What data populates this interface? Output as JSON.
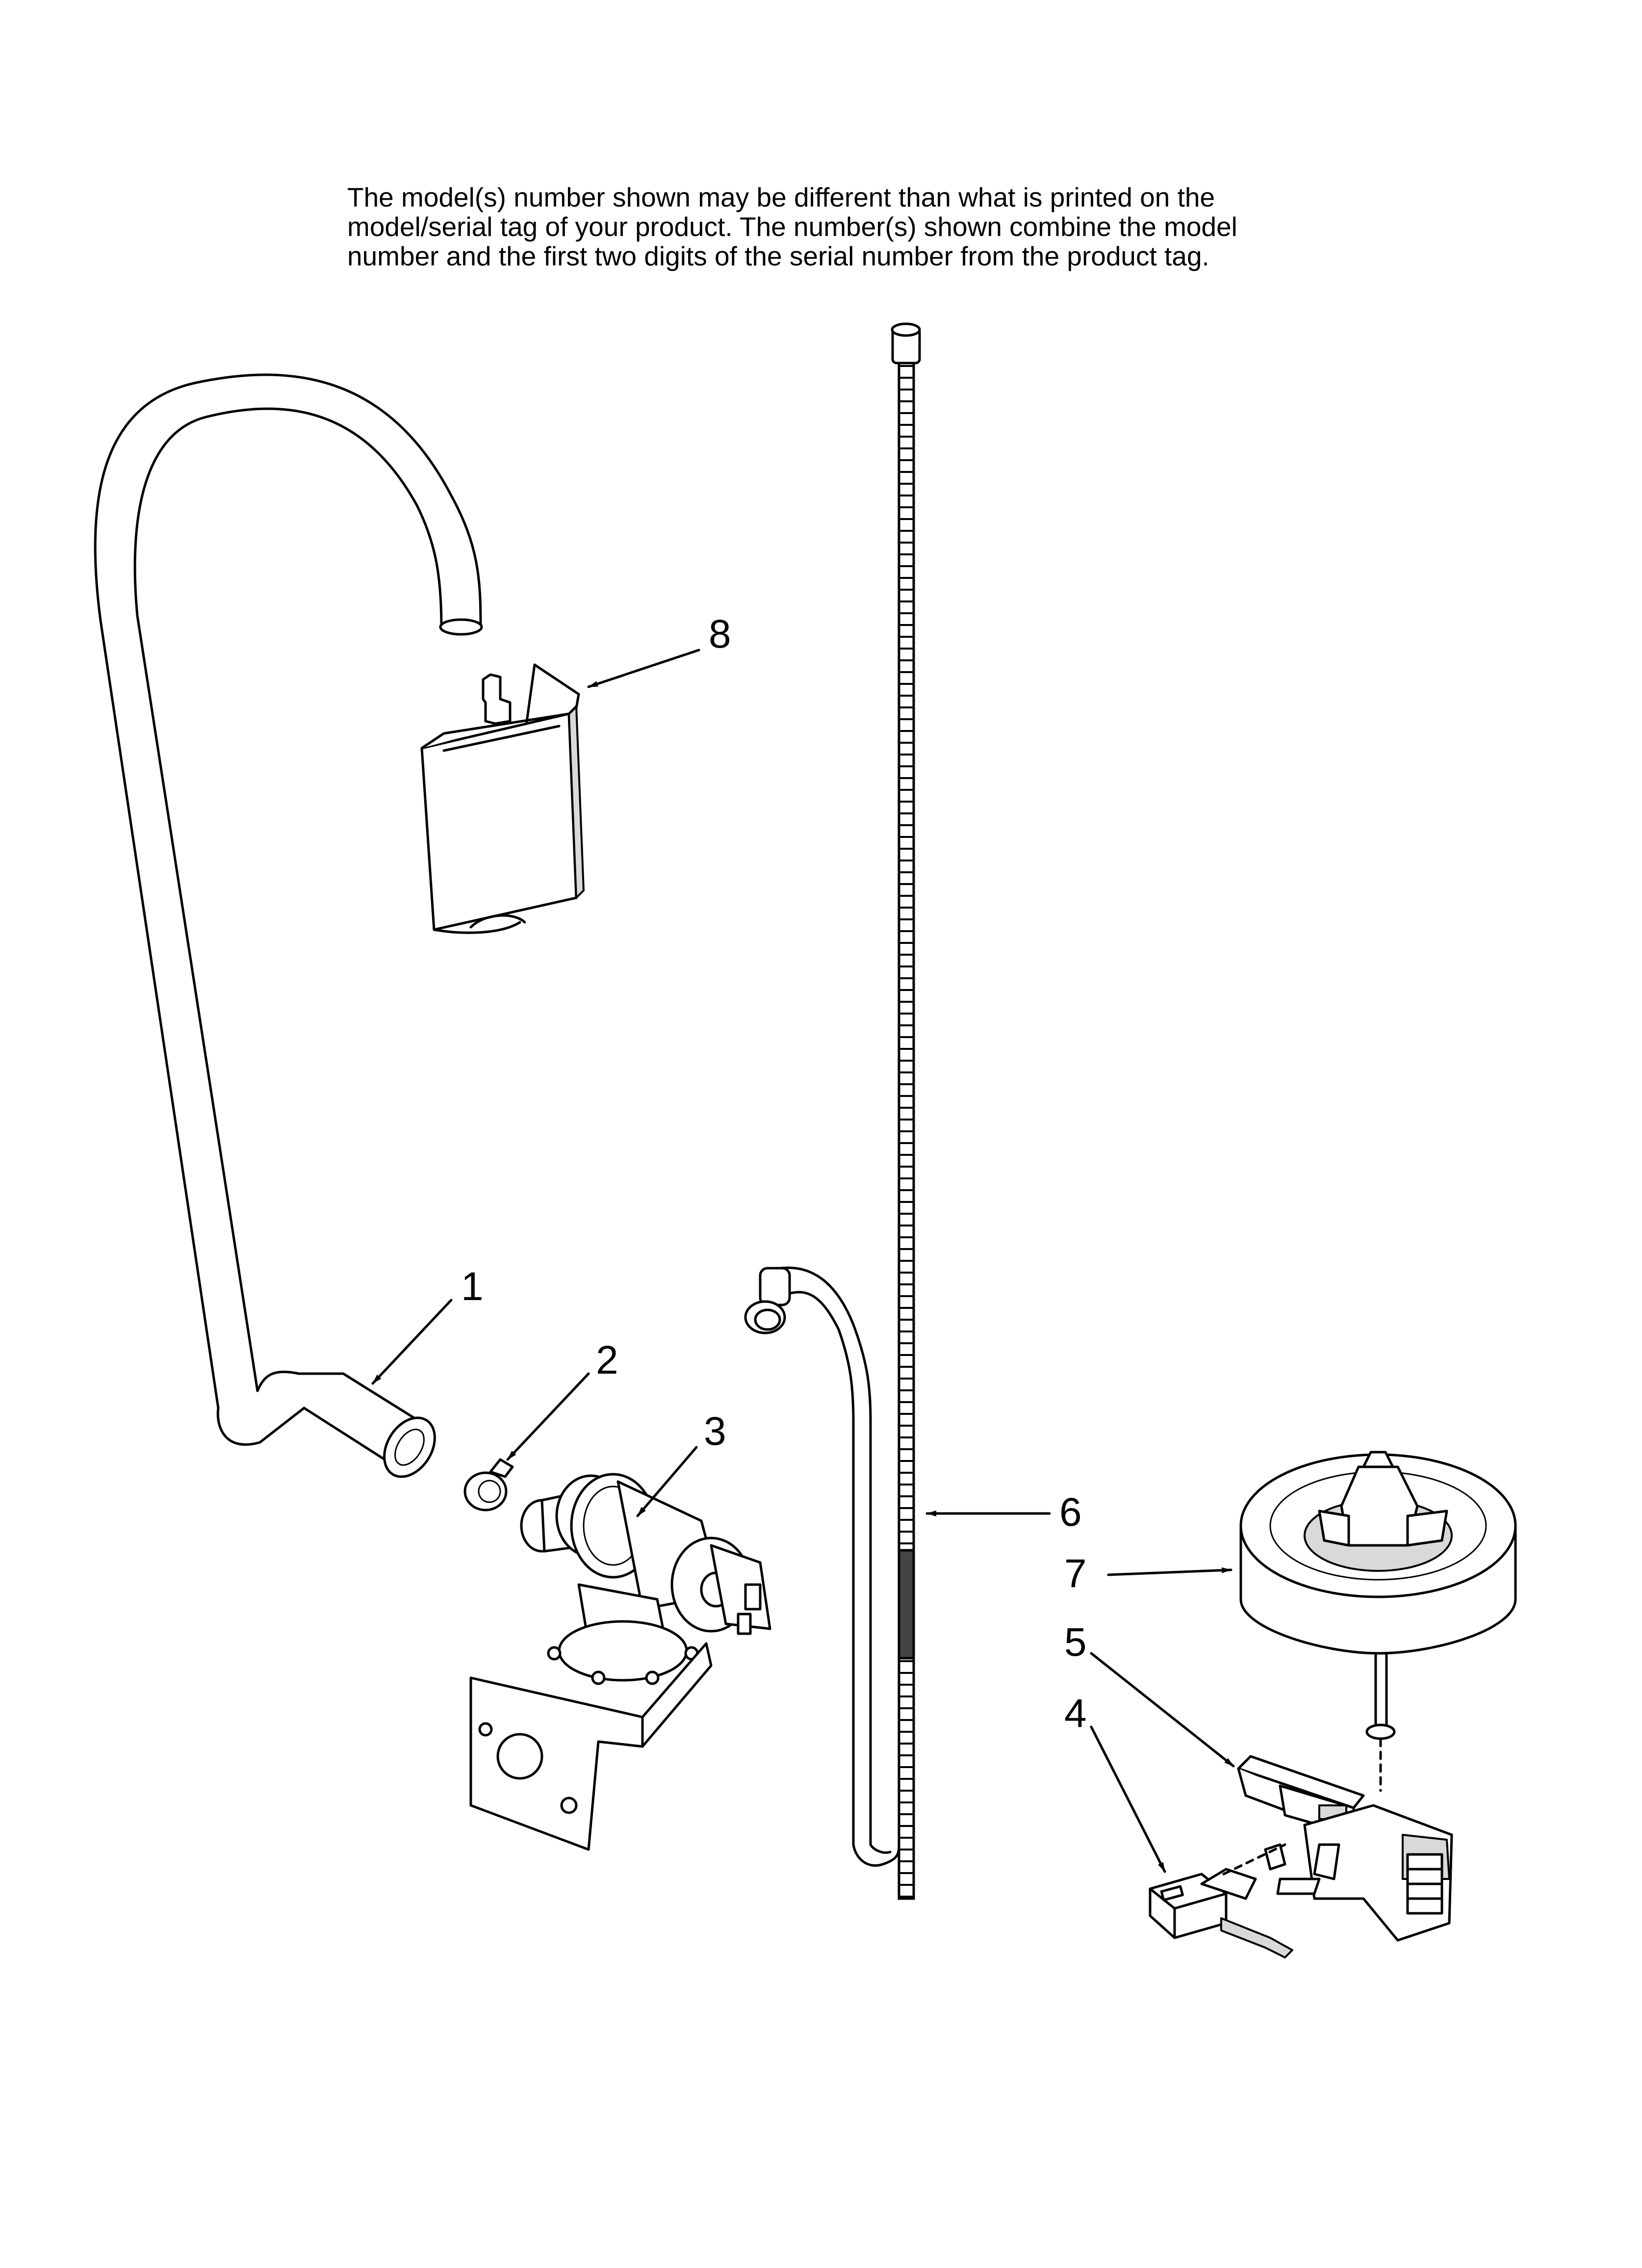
{
  "note": {
    "lines": [
      "The model(s) number shown may be different than what is printed on the",
      "model/serial tag of your product. The number(s) shown combine the model",
      "number and the first two digits of the serial number from the product tag."
    ]
  },
  "callouts": [
    {
      "id": "1",
      "part": "tube"
    },
    {
      "id": "2",
      "part": "clamp"
    },
    {
      "id": "3",
      "part": "inlet-valve"
    },
    {
      "id": "4",
      "part": "microswitch"
    },
    {
      "id": "5",
      "part": "float-switch-bracket"
    },
    {
      "id": "6",
      "part": "fill-hose"
    },
    {
      "id": "7",
      "part": "float"
    },
    {
      "id": "8",
      "part": "vent"
    }
  ]
}
